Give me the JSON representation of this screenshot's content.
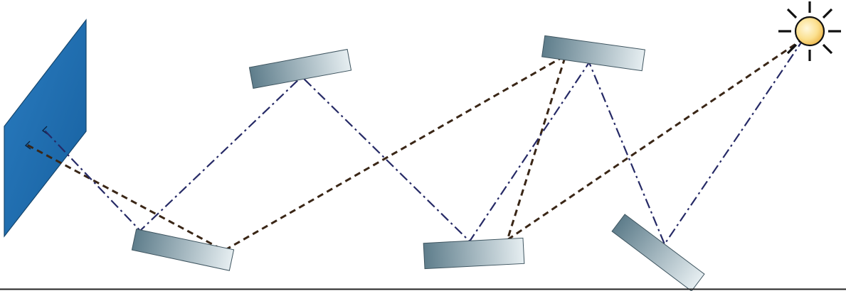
{
  "diagram": {
    "type": "optical-ray-diagram",
    "elements": {
      "screen": "detector-screen",
      "light_source": "sun-icon",
      "mirrors": [
        "mirror-bottom-left",
        "mirror-top-left",
        "mirror-bottom-middle",
        "mirror-top-right",
        "mirror-bottom-right"
      ]
    },
    "ray_paths": [
      {
        "name": "",
        "style": "dash-dot",
        "color": "#262a66"
      },
      {
        "name": "",
        "style": "dashed",
        "color": "#3a2616"
      }
    ],
    "colors": {
      "screen": "#1f6fb4",
      "mirror_dark": "#5e7d8b",
      "mirror_light": "#e6eef1",
      "sun_core": "#fbe08f",
      "ray_dash_dot": "#262a66",
      "ray_dashed": "#3a2616"
    }
  }
}
